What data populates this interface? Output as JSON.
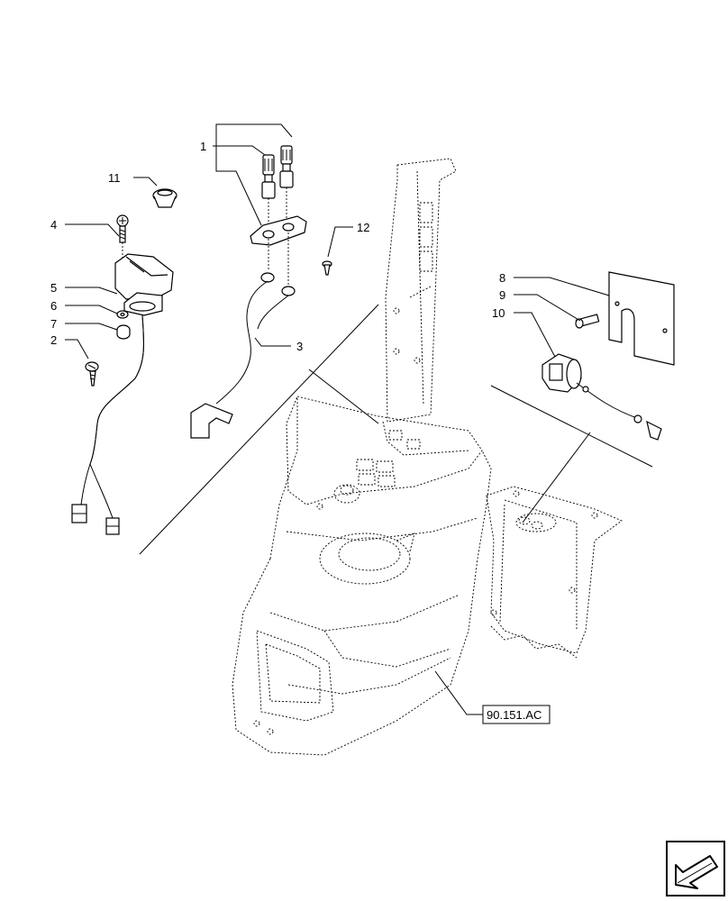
{
  "diagram": {
    "callouts": [
      {
        "id": "c1",
        "label": "1"
      },
      {
        "id": "c2",
        "label": "2"
      },
      {
        "id": "c3",
        "label": "3"
      },
      {
        "id": "c4",
        "label": "4"
      },
      {
        "id": "c5",
        "label": "5"
      },
      {
        "id": "c6",
        "label": "6"
      },
      {
        "id": "c7",
        "label": "7"
      },
      {
        "id": "c8",
        "label": "8"
      },
      {
        "id": "c9",
        "label": "9"
      },
      {
        "id": "c10",
        "label": "10"
      },
      {
        "id": "c11",
        "label": "11"
      },
      {
        "id": "c12",
        "label": "12"
      }
    ],
    "reference_box": "90.151.AC",
    "nav_icon": "next-page-arrow-icon"
  }
}
